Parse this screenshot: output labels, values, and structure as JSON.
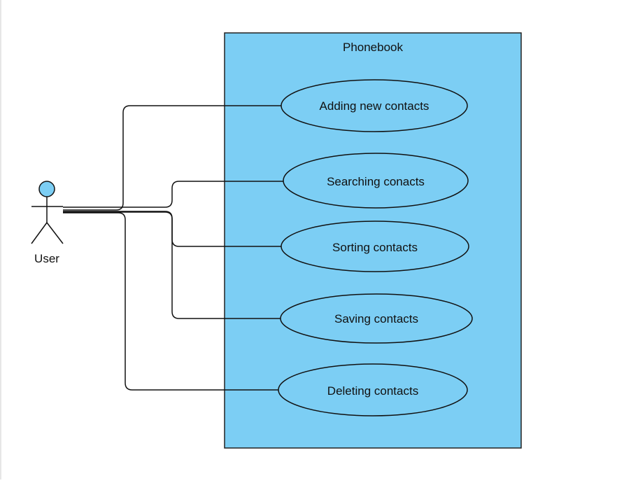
{
  "system": {
    "title": "Phonebook"
  },
  "actor": {
    "label": "User"
  },
  "use_cases": [
    {
      "label": "Adding new contacts"
    },
    {
      "label": "Searching conacts"
    },
    {
      "label": "Sorting contacts"
    },
    {
      "label": "Saving contacts"
    },
    {
      "label": "Deleting contacts"
    }
  ],
  "colors": {
    "fill": "#7ccef4",
    "stroke": "#111111"
  }
}
